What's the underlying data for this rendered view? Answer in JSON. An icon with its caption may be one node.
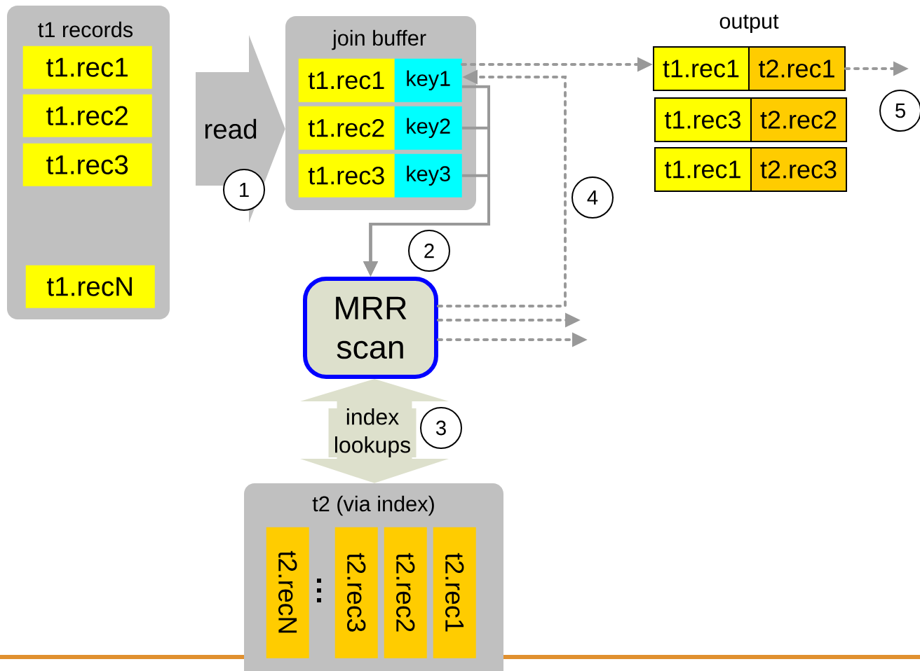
{
  "diagram": {
    "nodes": [
      {
        "text": [
          "t1 records"
        ]
      },
      {
        "text": [
          "t1.rec1"
        ],
        "in": 0
      },
      {
        "text": [
          "t1.rec2"
        ],
        "in": 0
      },
      {
        "text": [
          "t1.rec3"
        ],
        "in": 0
      },
      {
        "text": [
          "t1.recN"
        ],
        "in": 0
      },
      {
        "text": [
          "join buffer"
        ]
      },
      {
        "text": [
          "t1.rec1"
        ],
        "in": 5
      },
      {
        "text": [
          "key1"
        ],
        "in": 5
      },
      {
        "text": [
          "t1.rec2"
        ],
        "in": 5
      },
      {
        "text": [
          "key2"
        ],
        "in": 5
      },
      {
        "text": [
          "t1.rec3"
        ],
        "in": 5
      },
      {
        "text": [
          "key3"
        ],
        "in": 5
      },
      {
        "text": [
          "MRR scan"
        ]
      },
      {
        "text": [
          "t2 (via index)"
        ]
      },
      {
        "text": [
          "t2.recN"
        ],
        "in": 13
      },
      {
        "text": [
          "t2.rec3"
        ],
        "in": 13
      },
      {
        "text": [
          "t2.rec2"
        ],
        "in": 13
      },
      {
        "text": [
          "t2.rec1"
        ],
        "in": 13
      },
      {
        "text": [
          "t1.rec1"
        ]
      },
      {
        "text": [
          "t2.rec1"
        ]
      },
      {
        "text": [
          "t1.rec3"
        ]
      },
      {
        "text": [
          "t2.rec2"
        ]
      },
      {
        "text": [
          "t1.rec1"
        ]
      },
      {
        "text": [
          "t2.rec3"
        ]
      },
      {
        "text": [
          "1"
        ]
      },
      {
        "text": [
          "2"
        ]
      },
      {
        "text": [
          "3"
        ]
      },
      {
        "text": [
          "4"
        ]
      },
      {
        "text": [
          "5"
        ]
      }
    ],
    "edges": [
      {
        "from": 0,
        "to": 5,
        "arrow": "to",
        "label": "read",
        "style": "thick",
        "color": "#c0c0c0"
      },
      {
        "from": 7,
        "to": 12,
        "arrow": "to"
      },
      {
        "from": 9,
        "to": 12,
        "arrow": "to"
      },
      {
        "from": 11,
        "to": 12,
        "arrow": "to"
      },
      {
        "from": 12,
        "to": 7,
        "arrow": "to",
        "style": "dashed"
      },
      {
        "from": 7,
        "to": 18,
        "arrow": "to",
        "style": "dashed"
      },
      {
        "from": 19,
        "to": null,
        "arrow": "to",
        "style": "dashed"
      },
      {
        "from": 12,
        "to": null,
        "arrow": "to",
        "style": "dashed"
      },
      {
        "from": 12,
        "to": null,
        "arrow": "to",
        "style": "dashed"
      },
      {
        "from": 12,
        "to": 13,
        "arrow": "both",
        "label": "index lookups",
        "style": "thick",
        "color": "#dde0cc"
      }
    ],
    "labels": [
      "output"
    ]
  }
}
